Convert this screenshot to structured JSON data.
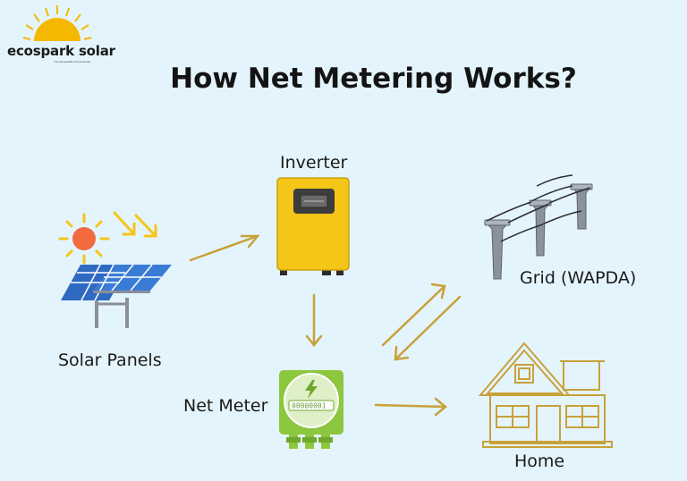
{
  "brand": {
    "name": "ecospark solar",
    "tagline": "Your Renewable Future Ready"
  },
  "title": "How Net Metering Works?",
  "nodes": {
    "inverter": "Inverter",
    "solar_panels": "Solar Panels",
    "net_meter": "Net Meter",
    "grid": "Grid (WAPDA)",
    "home": "Home"
  },
  "meter_readout": "00000001",
  "colors": {
    "background": "#e4f4fc",
    "arrow": "#c8a13a",
    "inverter": "#f5c518",
    "sun": "#f26a3d",
    "sun_rays": "#f5c518",
    "panel": "#3a7bd5",
    "meter": "#8dc63f",
    "pylon": "#7a8290",
    "home_outline": "#c8a13a"
  },
  "icons": [
    "sun-icon",
    "solar-panel-icon",
    "inverter-icon",
    "electricity-meter-icon",
    "power-pylon-icon",
    "house-icon"
  ]
}
